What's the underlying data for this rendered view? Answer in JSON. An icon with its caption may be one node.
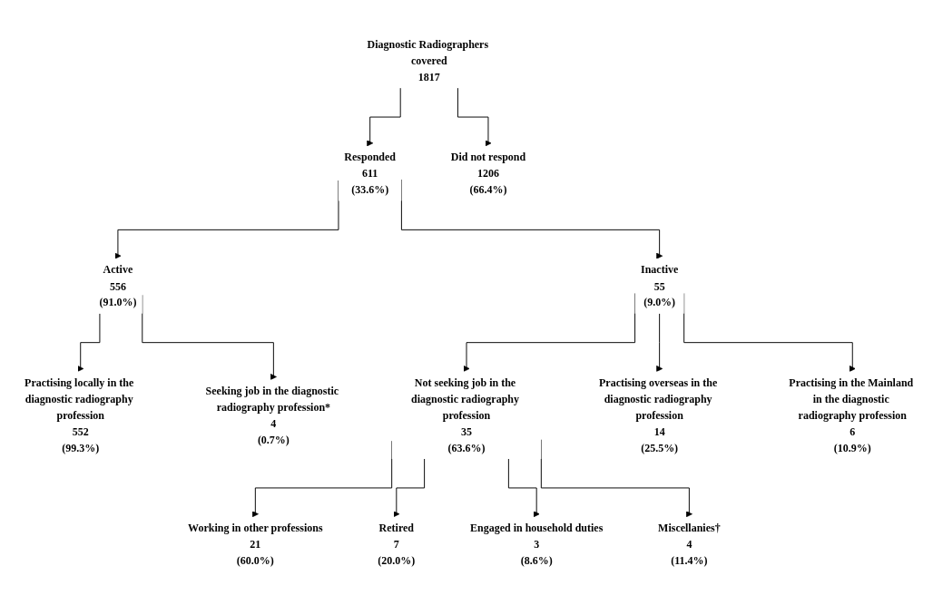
{
  "diagram": {
    "nodes": [
      {
        "text": [
          "Diagnostic Radiographers covered",
          "1817"
        ]
      },
      {
        "text": [
          "Responded",
          "611",
          "(33.6%)"
        ]
      },
      {
        "text": [
          "Did not respond",
          "1206",
          "(66.4%)"
        ]
      },
      {
        "text": [
          "Active",
          "556",
          "(91.0%)"
        ]
      },
      {
        "text": [
          "Inactive",
          "55",
          "(9.0%)"
        ]
      },
      {
        "text": [
          "Practising locally in the diagnostic radiography profession",
          "552",
          "(99.3%)"
        ]
      },
      {
        "text": [
          "Seeking job in the diagnostic radiography profession*",
          "4",
          "(0.7%)"
        ]
      },
      {
        "text": [
          "Not seeking job in the diagnostic radiography profession",
          "35",
          "(63.6%)"
        ]
      },
      {
        "text": [
          "Practising overseas in the diagnostic radiography profession",
          "14",
          "(25.5%)"
        ]
      },
      {
        "text": [
          "Practising in the Mainland in the diagnostic radiography profession",
          "6",
          "(10.9%)"
        ]
      },
      {
        "text": [
          "Working in other professions",
          "21",
          "(60.0%)"
        ]
      },
      {
        "text": [
          "Retired",
          "7",
          "(20.0%)"
        ]
      },
      {
        "text": [
          "Engaged in household duties",
          "3",
          "(8.6%)"
        ]
      },
      {
        "text": [
          "Miscellanies†",
          "4",
          "(11.4%)"
        ]
      }
    ],
    "edges": [
      {
        "from": 0,
        "to": 1,
        "arrow": "to"
      },
      {
        "from": 0,
        "to": 2,
        "arrow": "to"
      },
      {
        "from": 1,
        "to": 3,
        "arrow": "to"
      },
      {
        "from": 1,
        "to": 4,
        "arrow": "to"
      },
      {
        "from": 3,
        "to": 5,
        "arrow": "to"
      },
      {
        "from": 3,
        "to": 6,
        "arrow": "to"
      },
      {
        "from": 4,
        "to": 7,
        "arrow": "to"
      },
      {
        "from": 4,
        "to": 8,
        "arrow": "to"
      },
      {
        "from": 4,
        "to": 9,
        "arrow": "to"
      },
      {
        "from": 7,
        "to": 10,
        "arrow": "to"
      },
      {
        "from": 7,
        "to": 11,
        "arrow": "to"
      },
      {
        "from": 7,
        "to": 12,
        "arrow": "to"
      },
      {
        "from": 7,
        "to": 13,
        "arrow": "to"
      }
    ]
  }
}
